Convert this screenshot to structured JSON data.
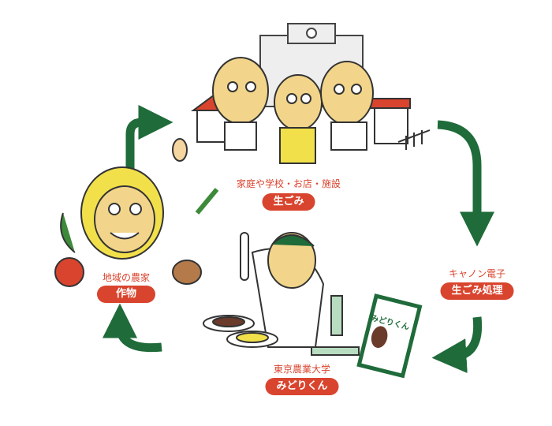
{
  "colors": {
    "accent_red": "#d9442e",
    "arrow_green": "#1f6b3a",
    "skin": "#f2d58a"
  },
  "nodes": {
    "households": {
      "caption": "家庭や学校・お店・施設",
      "label": "生ごみ"
    },
    "canon": {
      "caption": "キャノン電子",
      "label": "生ごみ処理"
    },
    "university": {
      "caption": "東京農業大学",
      "label": "みどりくん"
    },
    "farmers": {
      "caption": "地域の農家",
      "label": "作物"
    }
  },
  "package": {
    "title": "みどりくん"
  }
}
